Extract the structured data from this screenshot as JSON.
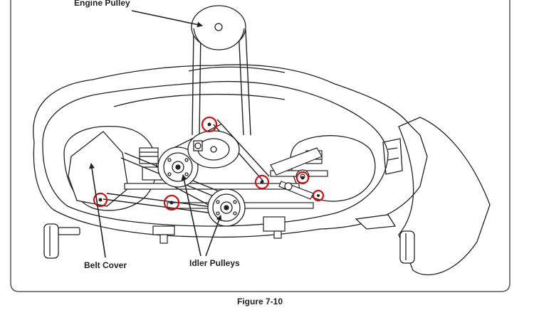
{
  "labels": {
    "engine_pulley": "Engine Pulley",
    "belt_cover": "Belt Cover",
    "idler_pulleys": "Idler Pulleys"
  },
  "caption": "Figure 7-10",
  "colors": {
    "line": "#222222",
    "highlight": "#d01010",
    "frame": "#555555"
  }
}
